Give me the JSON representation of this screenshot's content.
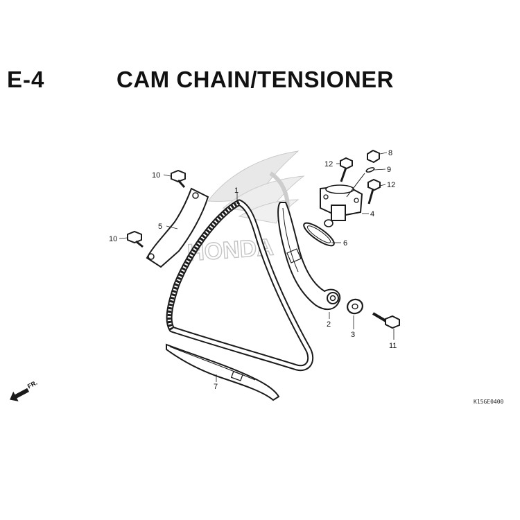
{
  "header": {
    "section_code": "E-4",
    "title": "CAM CHAIN/TENSIONER"
  },
  "figure_code": "K15GE0400",
  "direction_label": "FR.",
  "watermark": {
    "brand_text": "HONDA",
    "icon": "wing-logo-icon"
  },
  "callouts": [
    {
      "id": "1",
      "label": "1"
    },
    {
      "id": "2",
      "label": "2"
    },
    {
      "id": "3",
      "label": "3"
    },
    {
      "id": "4",
      "label": "4"
    },
    {
      "id": "5",
      "label": "5"
    },
    {
      "id": "6",
      "label": "6"
    },
    {
      "id": "7",
      "label": "7"
    },
    {
      "id": "8",
      "label": "8"
    },
    {
      "id": "9",
      "label": "9"
    },
    {
      "id": "10a",
      "label": "10"
    },
    {
      "id": "10b",
      "label": "10"
    },
    {
      "id": "11",
      "label": "11"
    },
    {
      "id": "12a",
      "label": "12"
    },
    {
      "id": "12b",
      "label": "12"
    }
  ],
  "colors": {
    "line": "#1a1a1a",
    "watermark": "#c4c4c4"
  }
}
